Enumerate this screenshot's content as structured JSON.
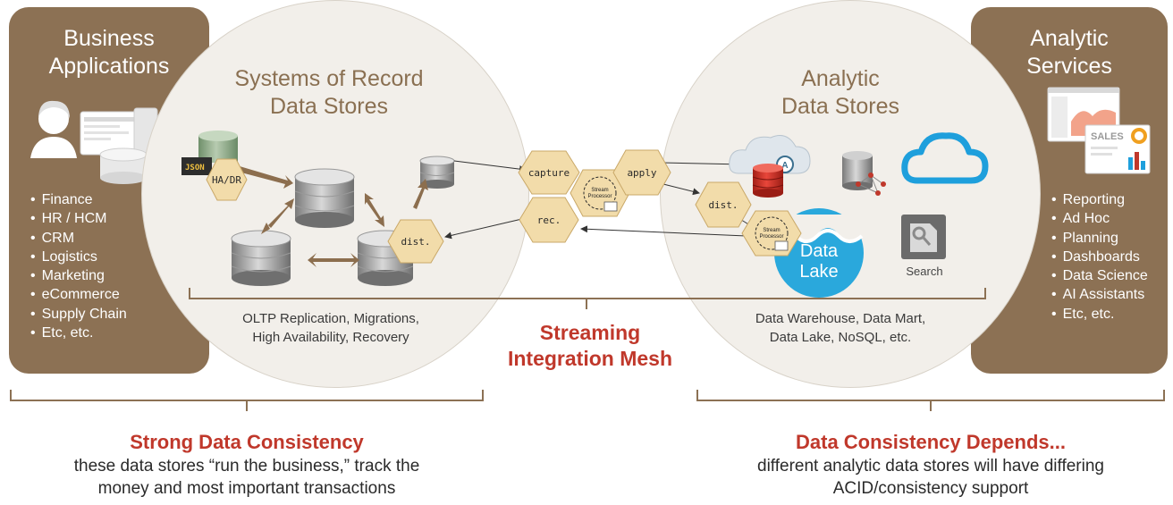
{
  "left_panel": {
    "title_line1": "Business",
    "title_line2": "Applications",
    "items": [
      "Finance",
      "HR / HCM",
      "CRM",
      "Logistics",
      "Marketing",
      "eCommerce",
      "Supply Chain",
      "Etc, etc."
    ]
  },
  "right_panel": {
    "title_line1": "Analytic",
    "title_line2": "Services",
    "sales_label": "SALES",
    "items": [
      "Reporting",
      "Ad Hoc",
      "Planning",
      "Dashboards",
      "Data Science",
      "AI Assistants",
      "Etc, etc."
    ]
  },
  "left_circle": {
    "title_line1": "Systems of Record",
    "title_line2": "Data Stores",
    "caption_line1": "OLTP Replication, Migrations,",
    "caption_line2": "High Availability, Recovery",
    "json_tag": "JSON"
  },
  "right_circle": {
    "title_line1": "Analytic",
    "title_line2": "Data Stores",
    "caption_line1": "Data Warehouse, Data Mart,",
    "caption_line2": "Data Lake, NoSQL, etc.",
    "lake_line1": "Data",
    "lake_line2": "Lake",
    "search_label": "Search"
  },
  "hexagons": {
    "ha_dr": "HA/DR",
    "dist_left": "dist.",
    "capture": "capture",
    "rec": "rec.",
    "apply": "apply",
    "dist_right": "dist.",
    "stream_processor_line1": "Stream",
    "stream_processor_line2": "Processor"
  },
  "mesh": {
    "line1": "Streaming",
    "line2": "Integration Mesh"
  },
  "bottom_left": {
    "title": "Strong Data Consistency",
    "sub_line1": "these data stores “run the business,” track the",
    "sub_line2": "money and most important transactions"
  },
  "bottom_right": {
    "title": "Data Consistency Depends...",
    "sub_line1": "different analytic data stores will have differing",
    "sub_line2": "ACID/consistency support"
  },
  "colors": {
    "panel_brown": "#8c7154",
    "circle_fill": "#f2efea",
    "hex_fill": "#f2dcaa",
    "accent_red": "#c0382b",
    "cloud_blue": "#1e9fdc"
  }
}
